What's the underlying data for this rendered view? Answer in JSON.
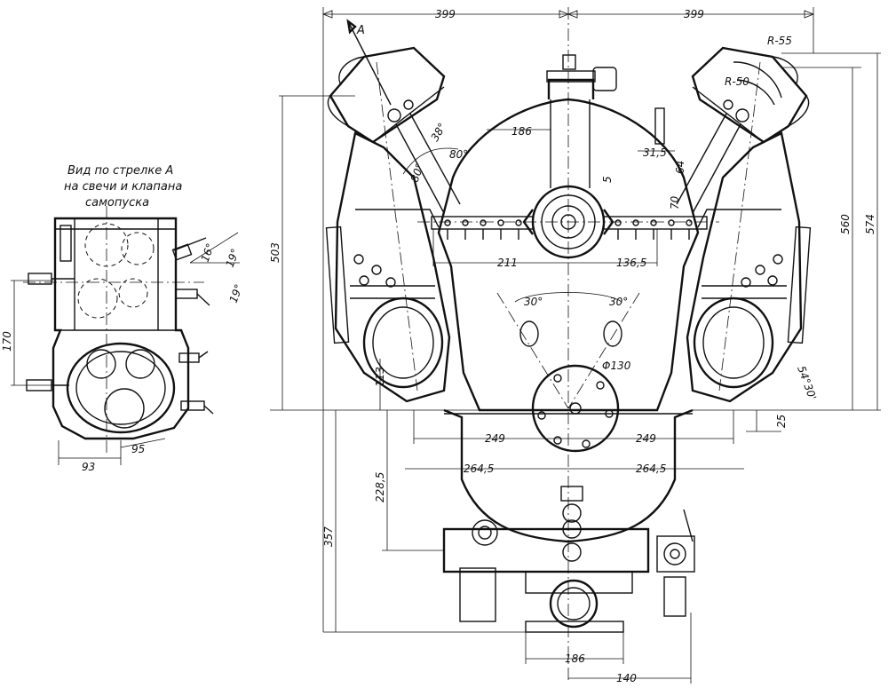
{
  "view_note": [
    "Вид по стрелке А",
    "на свечи и клапана",
    "самопуска"
  ],
  "arrow_letter": "А",
  "dimensions": {
    "top_left_width": "399",
    "top_right_width": "399",
    "radius_outer": "R-55",
    "radius_inner": "R-50",
    "height_503": "503",
    "height_560": "560",
    "height_574": "574",
    "width_186_top": "186",
    "dim_31_5": "31,5",
    "dim_64": "64",
    "dim_70": "70",
    "dim_5": "5",
    "angle_38": "38°",
    "angle_80_a": "80°",
    "angle_80_b": "80°",
    "dim_211": "211",
    "dim_136_5": "136,5",
    "angle_30_left": "30°",
    "angle_30_right": "30°",
    "diameter_130": "Φ130",
    "dim_113": "113",
    "angle_54_30": "54°30'",
    "dim_25": "25",
    "dim_249_left": "249",
    "dim_249_right": "249",
    "dim_264_5_left": "264,5",
    "dim_264_5_right": "264,5",
    "dim_228_5": "228,5",
    "dim_357": "357",
    "dim_186_bottom": "186",
    "dim_140": "140",
    "side_170": "170",
    "side_93": "93",
    "side_95": "95",
    "side_angle_19_a": "19°",
    "side_angle_19_b": "19°",
    "side_angle_16": "16°"
  }
}
